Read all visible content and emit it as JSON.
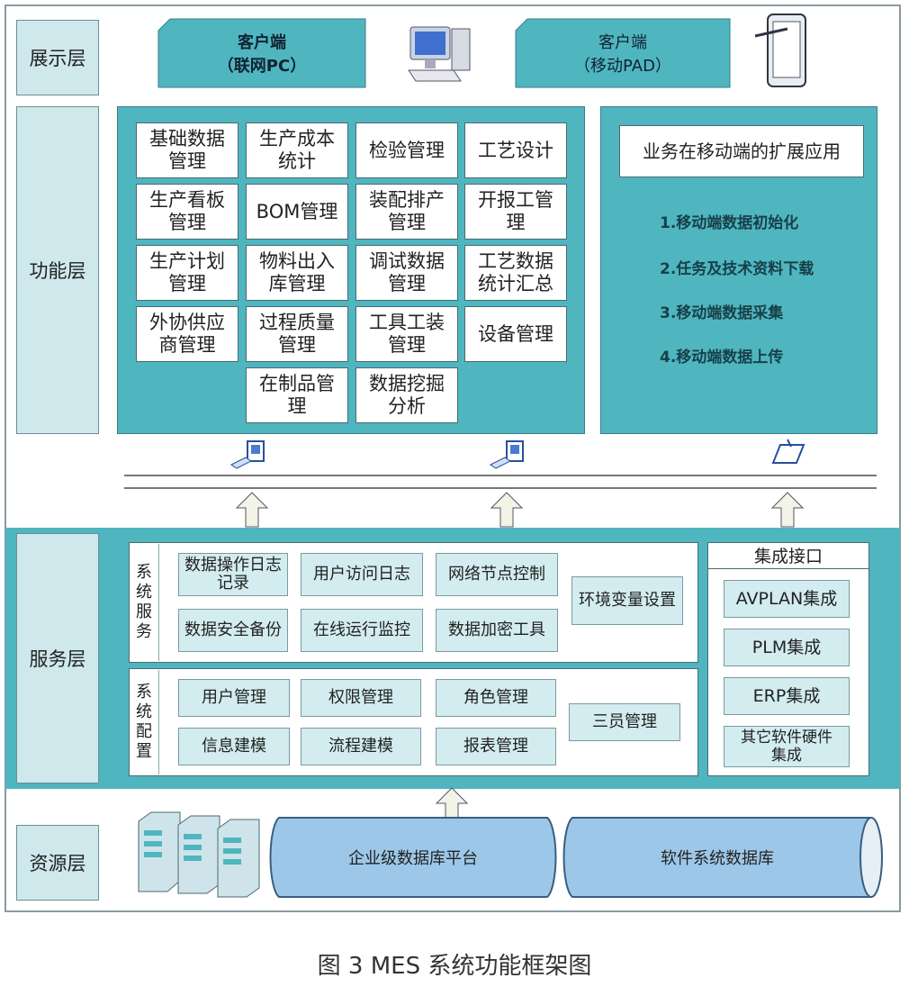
{
  "layers": {
    "display": "展示层",
    "function": "功能层",
    "service": "服务层",
    "resource": "资源层"
  },
  "display_layer": {
    "pc_client": {
      "line1": "客户端",
      "line2": "（联网PC）"
    },
    "pad_client": {
      "line1": "客户端",
      "line2": "（移动PAD）"
    }
  },
  "function_modules": [
    "基础数据\n管理",
    "生产成本\n统计",
    "检验管理",
    "工艺设计",
    "生产看板\n管理",
    "BOM管理",
    "装配排产\n管理",
    "开报工管\n理",
    "生产计划\n管理",
    "物料出入\n库管理",
    "调试数据\n管理",
    "工艺数据\n统计汇总",
    "外协供应\n商管理",
    "过程质量\n管理",
    "工具工装\n管理",
    "设备管理",
    "在制品管\n理",
    "数据挖掘\n分析"
  ],
  "mobile": {
    "title": "业务在移动端的扩展应用",
    "items": [
      "1.移动端数据初始化",
      "2.任务及技术资料下载",
      "3.移动端数据采集",
      "4.移动端数据上传"
    ]
  },
  "system_service": {
    "label": "系统服务",
    "items": [
      "数据操作日志\n记录",
      "用户访问日志",
      "网络节点控制",
      "数据安全备份",
      "在线运行监控",
      "数据加密工具"
    ],
    "side": "环境变量设置"
  },
  "system_config": {
    "label": "系统配置",
    "items": [
      "用户管理",
      "权限管理",
      "角色管理",
      "信息建模",
      "流程建模",
      "报表管理"
    ],
    "side": "三员管理"
  },
  "integration": {
    "title": "集成接口",
    "items": [
      "AVPLAN集成",
      "PLM集成",
      "ERP集成",
      "其它软件硬件\n集成"
    ]
  },
  "resource_layer": {
    "db1": "企业级数据库平台",
    "db2": "软件系统数据库"
  },
  "caption": "图 3 MES 系统功能框架图",
  "colors": {
    "teal": "#4fb6bf",
    "light": "#cfe8ec",
    "db": "#9cc7e8"
  }
}
